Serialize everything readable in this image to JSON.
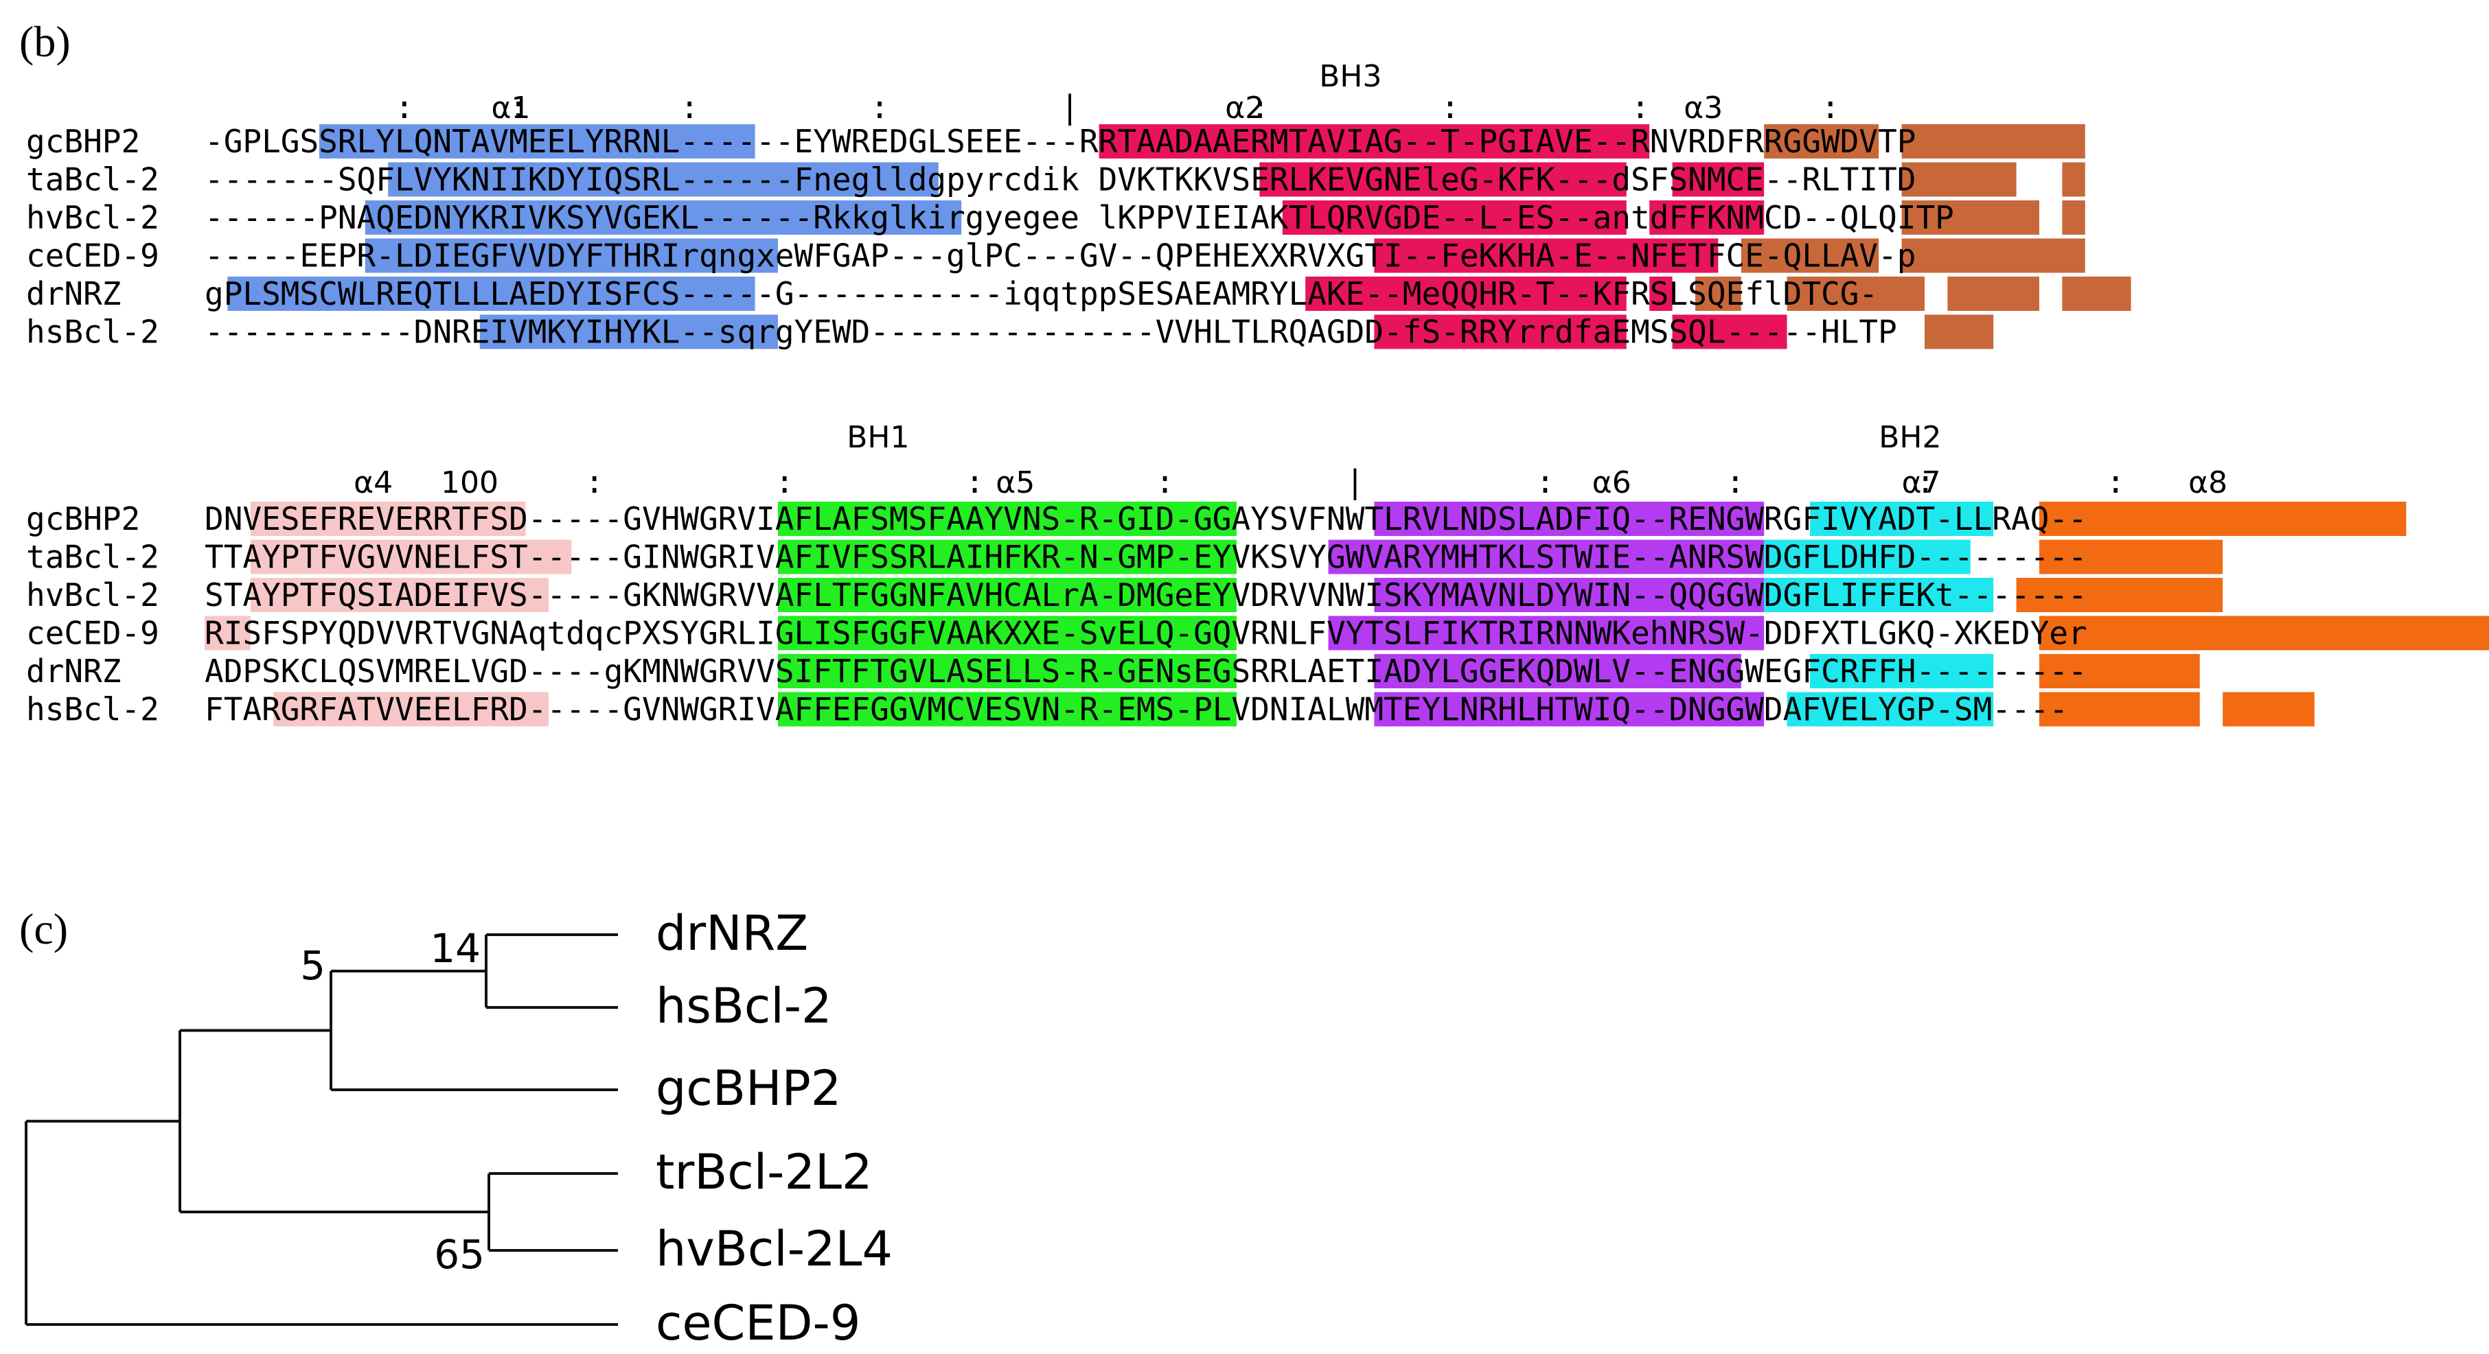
{
  "colors": {
    "blue": "#6b95e8",
    "crimson": "#e8145a",
    "brown": "#c8683a",
    "pink": "#f7c7c7",
    "green": "#22ee22",
    "purple": "#b43cf0",
    "cyan": "#1ee8ee",
    "orange": "#f26a12"
  },
  "panel_b": {
    "label": "(b)",
    "block1": {
      "domain_labels": [
        {
          "text": "BH3",
          "col": 48.6
        },
        {
          "text": "α1",
          "col": 12.5
        },
        {
          "text": "α2",
          "col": 44.5
        },
        {
          "text": "α3",
          "col": 64.5
        }
      ],
      "marks_line": "          :     :        :         :         |         :         :         :         :",
      "sequences": [
        {
          "name": "gcBHP2",
          "seq": "-GPLGSSRLYLQNTAVMEELYRRNL------EYWREDGLSEEE---RRTAADAAERMTAVIAG--T-PGIAVE--RNVRDFRRGGWDVTP",
          "hl": [
            [
              5,
              24,
              "blue"
            ],
            [
              39,
              63,
              "crimson"
            ],
            [
              68,
              73,
              "brown"
            ],
            [
              74,
              82,
              "brown"
            ]
          ]
        },
        {
          "name": "taBcl-2",
          "seq": "-------SQFLVYKNIIKDYIQSRL------Fneglldgpyrcdik DVKTKKVSERLKEVGNEleG-KFK---dSFSNMCE--RLTITD",
          "hl": [
            [
              8,
              32,
              "blue"
            ],
            [
              46,
              62,
              "crimson"
            ],
            [
              64,
              68,
              "crimson"
            ],
            [
              74,
              79,
              "brown"
            ],
            [
              81,
              82,
              "brown"
            ]
          ]
        },
        {
          "name": "hvBcl-2",
          "seq": "------PNAQEDNYKRIVKSYVGEKL------Rkkglkirgyegee lKPPVIEIAKTLQRVGDE--L-ES--antdFFKNMCD--QLQITP",
          "hl": [
            [
              7,
              33,
              "blue"
            ],
            [
              47,
              62,
              "crimson"
            ],
            [
              63,
              68,
              "crimson"
            ],
            [
              74,
              80,
              "brown"
            ],
            [
              81,
              82,
              "brown"
            ]
          ]
        },
        {
          "name": "ceCED-9",
          "seq": "-----EEPR-LDIEGFVVDYFTHRIrqngxeWFGAP---glPC---GV--QPEHEXXRVXGTI--FeKKHA-E--NFETFCE-QLLAV-p",
          "hl": [
            [
              7,
              25,
              "blue"
            ],
            [
              51,
              66,
              "crimson"
            ],
            [
              67,
              73,
              "brown"
            ],
            [
              74,
              82,
              "brown"
            ]
          ]
        },
        {
          "name": "drNRZ",
          "seq": "gPLSMSCWLREQTLLLAEDYISFCS-----G-----------iqqtppSESAEAMRYLAKE--MeQQHR-T--KFRSLSQEflDTCG-",
          "hl": [
            [
              1,
              24,
              "blue"
            ],
            [
              48,
              62,
              "crimson"
            ],
            [
              63,
              64,
              "crimson"
            ],
            [
              65,
              67,
              "brown"
            ],
            [
              69,
              75,
              "brown"
            ],
            [
              76,
              80,
              "brown"
            ],
            [
              81,
              84,
              "brown"
            ]
          ]
        },
        {
          "name": "hsBcl-2",
          "seq": "-----------DNREIVMKYIHYKL--sqrgYEWD---------------VVHLTLRQAGDD-fS-RRYrrdfaEMSSQL-----HLTP",
          "hl": [
            [
              12,
              25,
              "blue"
            ],
            [
              51,
              62,
              "crimson"
            ],
            [
              64,
              69,
              "crimson"
            ],
            [
              75,
              78,
              "brown"
            ]
          ]
        }
      ]
    },
    "block2": {
      "domain_labels": [
        {
          "text": "BH1",
          "col": 28
        },
        {
          "text": "BH2",
          "col": 73
        },
        {
          "text": "α4",
          "col": 6.5
        },
        {
          "text": "100",
          "col": 10.3
        },
        {
          "text": "α5",
          "col": 34.5
        },
        {
          "text": "α6",
          "col": 60.5
        },
        {
          "text": "α7",
          "col": 74
        },
        {
          "text": "α8",
          "col": 86.5
        }
      ],
      "marks_line": "                    :         :         :         :         |         :         :         :         :",
      "sequences": [
        {
          "name": "gcBHP2",
          "seq": "DNVESEFREVERRTFSD-----GVHWGRVIAFLAFSMSFAAYVNS-R-GID-GGAYSVFNWTLRVLNDSLADFIQ--RENGWRGFIVYADT-LLRAQ--",
          "hl": [
            [
              2,
              14,
              "pink"
            ],
            [
              25,
              45,
              "green"
            ],
            [
              51,
              68,
              "purple"
            ],
            [
              70,
              78,
              "cyan"
            ],
            [
              80,
              96,
              "orange"
            ]
          ]
        },
        {
          "name": "taBcl-2",
          "seq": "TTAYPTFVGVVNELFST-----GINWGRIVAFIVFSSRLAIHFKR-N-GMP-EYVKSVYGWVARYMHTKLSTWIE--ANRSWDGFLDHFD---------",
          "hl": [
            [
              2,
              16,
              "pink"
            ],
            [
              25,
              45,
              "green"
            ],
            [
              49,
              68,
              "purple"
            ],
            [
              68,
              77,
              "cyan"
            ],
            [
              80,
              88,
              "orange"
            ]
          ]
        },
        {
          "name": "hvBcl-2",
          "seq": "STAYPTFQSIADEIFVS-----GKNWGRVVAFLTFGGNFAVHCALrA-DMGeEYVDRVVNWISKYMAVNLDYWIN--QQGGWDGFLIFFEKt-------",
          "hl": [
            [
              2,
              15,
              "pink"
            ],
            [
              25,
              45,
              "green"
            ],
            [
              51,
              68,
              "purple"
            ],
            [
              68,
              78,
              "cyan"
            ],
            [
              79,
              88,
              "orange"
            ]
          ]
        },
        {
          "name": "ceCED-9",
          "seq": "RISFSPYQDVVRTVGNAqtdqcPXSYGRLIGLISFGGFVAAKXXE-SvELQ-GQVRNLFVYTSLFIKTRIRNNWKehNRSW-DDFXTLGKQ-XKEDYer",
          "hl": [
            [
              0,
              2,
              "pink"
            ],
            [
              25,
              45,
              "green"
            ],
            [
              49,
              68,
              "purple"
            ],
            [
              80,
              101,
              "orange"
            ]
          ]
        },
        {
          "name": "drNRZ",
          "seq": "ADPSKCLQSVMRELVGD----gKMNWGRVVSIFTFTGVLASELLS-R-GENsEGSRRLAETIADYLGGEKQDWLV--ENGGWEGFCRFFH---------",
          "hl": [
            [
              25,
              45,
              "green"
            ],
            [
              51,
              67,
              "purple"
            ],
            [
              70,
              78,
              "cyan"
            ],
            [
              80,
              87,
              "orange"
            ]
          ]
        },
        {
          "name": "hsBcl-2",
          "seq": "FTARGRFATVVEELFRD-----GVNWGRIVAFFEFGGVMCVESVN-R-EMS-PLVDNIALWMTEYLNRHLHTWIQ--DNGGWDAFVELYGP-SM----",
          "hl": [
            [
              3,
              15,
              "pink"
            ],
            [
              25,
              45,
              "green"
            ],
            [
              51,
              68,
              "purple"
            ],
            [
              69,
              78,
              "cyan"
            ],
            [
              80,
              87,
              "orange"
            ],
            [
              88,
              92,
              "orange"
            ]
          ]
        }
      ]
    }
  },
  "panel_c": {
    "label": "(c)",
    "taxa": [
      "drNRZ",
      "hsBcl-2",
      "gcBHP2",
      "trBcl-2L2",
      "hvBcl-2L4",
      "ceCED-9"
    ],
    "bootstrap": [
      {
        "text": "14",
        "node": "n1"
      },
      {
        "text": "5",
        "node": "n2"
      },
      {
        "text": "65",
        "node": "n3"
      }
    ]
  }
}
